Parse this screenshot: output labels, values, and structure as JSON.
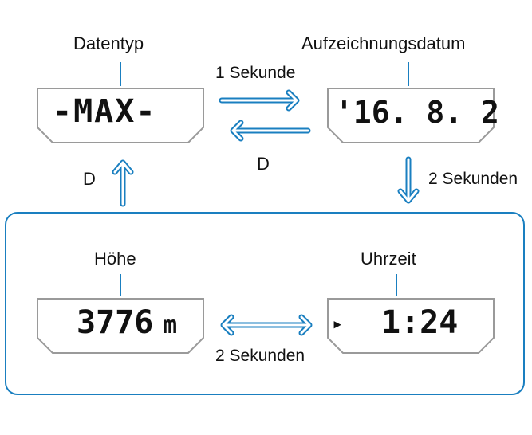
{
  "colors": {
    "accent": "#1a7fc0",
    "text": "#111111",
    "lcd_border": "#9a9a9a"
  },
  "top_left": {
    "label": "Datentyp",
    "display": "-MAX-"
  },
  "top_right": {
    "label": "Aufzeichnungsdatum",
    "display": "'16. 8. 2"
  },
  "bottom_left": {
    "label": "Höhe",
    "display_value": "3776",
    "display_unit": "m"
  },
  "bottom_right": {
    "label": "Uhrzeit",
    "display_indicator": "▸",
    "display_time": "1:24"
  },
  "transitions": {
    "forward_label": "1 Sekunde",
    "back_label": "D",
    "down_label": "2 Sekunden",
    "bottom_label": "2 Sekunden",
    "up_label": "D"
  }
}
